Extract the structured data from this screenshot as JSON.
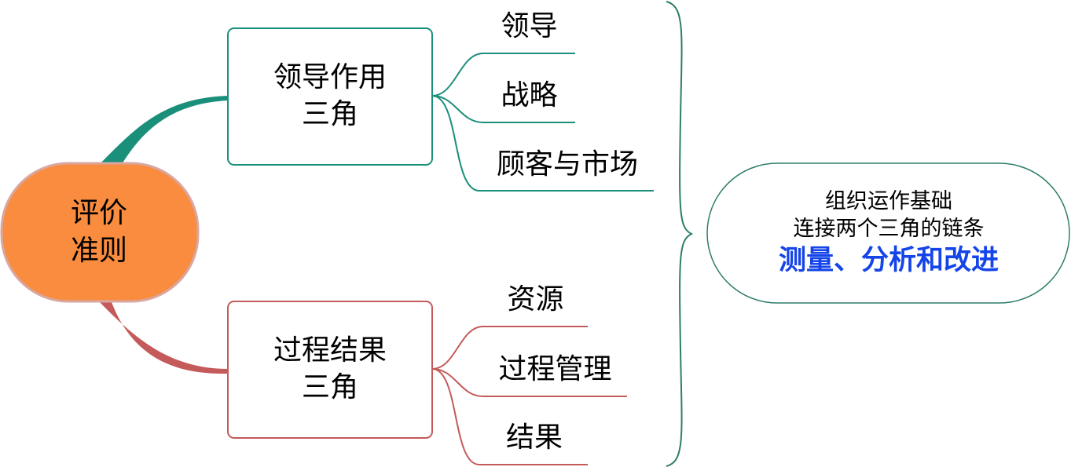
{
  "root": {
    "line1": "评价",
    "line2": "准则"
  },
  "branches": [
    {
      "line1": "领导作用",
      "line2": "三角",
      "color": "#1a8f7a",
      "leaves": [
        "领导",
        "战略",
        "顾客与市场"
      ]
    },
    {
      "line1": "过程结果",
      "line2": "三角",
      "color": "#c45a5a",
      "leaves": [
        "资源",
        "过程管理",
        "结果"
      ]
    }
  ],
  "summary": {
    "line1": "组织运作基础",
    "line2": "连接两个三角的链条",
    "line3": "测量、分析和改进",
    "emphasis_color": "#1544e8",
    "border_color": "#2e7d6b"
  },
  "colors": {
    "root_fill": "#f98c3e",
    "root_border": "#d9a7a0",
    "teal": "#1a8f7a",
    "red": "#c45a5a",
    "brace": "#2e7d6b"
  }
}
